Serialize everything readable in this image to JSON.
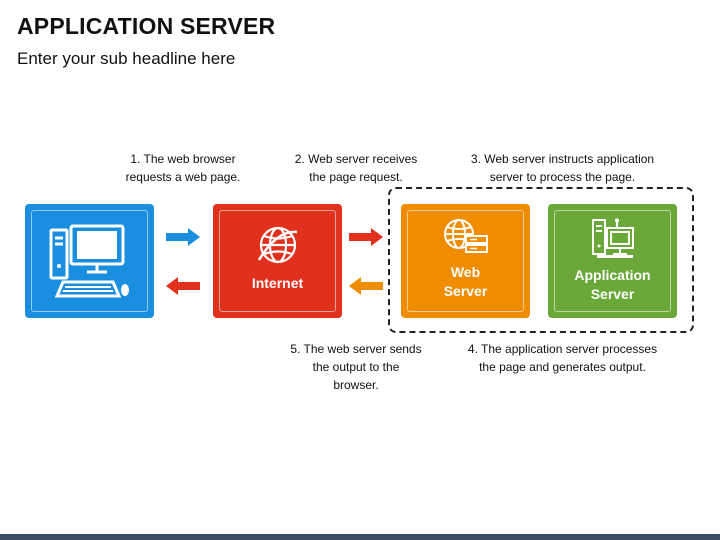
{
  "header": {
    "title": "APPLICATION SERVER",
    "subtitle": "Enter your sub headline here"
  },
  "captions": {
    "step1": "1. The web browser\nrequests a web page.",
    "step2": "2. Web server receives\nthe page request.",
    "step3": "3. Web server instructs application\nserver to process the page.",
    "step4": "4. The application server processes\nthe page and generates output.",
    "step5": "5. The web server sends\nthe output to the\nbrowser."
  },
  "nodes": {
    "browser": {
      "icon": "computer-icon",
      "color": "#1a8fe0"
    },
    "internet": {
      "label": "Internet",
      "icon": "globe-icon",
      "color": "#e1301b"
    },
    "web_server": {
      "label": "Web\nServer",
      "icon": "globe-server-icon",
      "color": "#f08c00"
    },
    "app_server": {
      "label": "Application\nServer",
      "icon": "computer-server-icon",
      "color": "#6aa83a"
    }
  },
  "colors": {
    "arrow_blue": "#1a8fe0",
    "arrow_red": "#e1301b",
    "arrow_orange": "#f08c00"
  }
}
